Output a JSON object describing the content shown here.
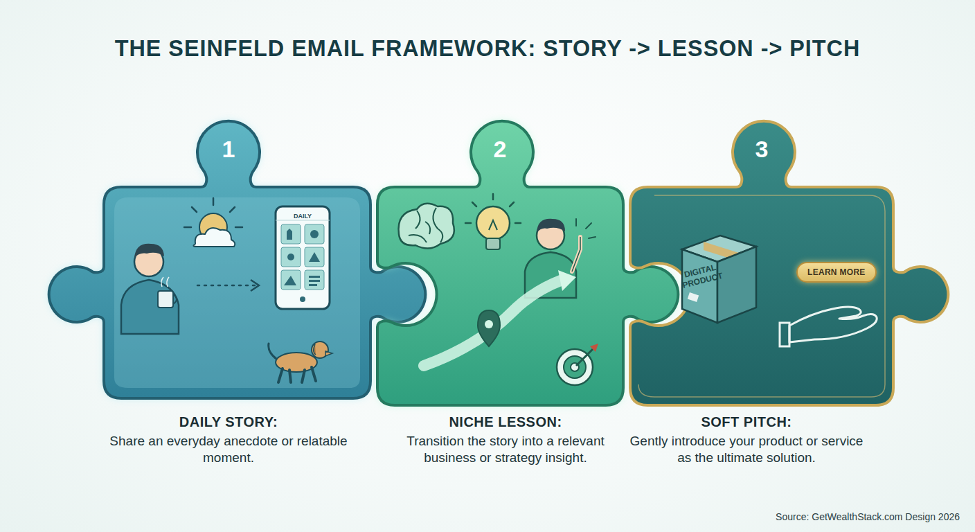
{
  "diagram": {
    "title": "THE SEINFELD EMAIL FRAMEWORK: STORY -> LESSON -> PITCH",
    "nodes": [
      {
        "text": [
          "1",
          "DAILY STORY:",
          "Share an everyday anecdote or relatable moment."
        ]
      },
      {
        "text": [
          "DAILY"
        ],
        "in": 0
      },
      {
        "text": [
          "2",
          "NICHE LESSON:",
          "Transition the story into a relevant business or strategy insight."
        ]
      },
      {
        "text": [
          "3",
          "SOFT PITCH:",
          "Gently introduce your product or service as the ultimate solution."
        ]
      },
      {
        "text": [
          "DIGITAL PRODUCT"
        ],
        "in": 3
      },
      {
        "text": [
          "LEARN MORE"
        ],
        "in": 3
      }
    ],
    "labels": [
      "Source: GetWealthStack.com Design 2026"
    ]
  }
}
